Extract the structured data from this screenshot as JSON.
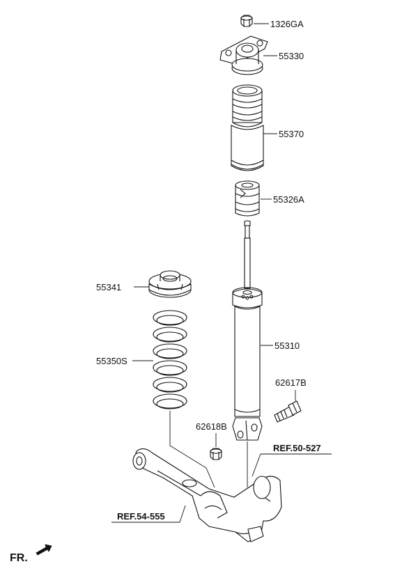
{
  "parts": [
    {
      "id": "1326GA"
    },
    {
      "id": "55330"
    },
    {
      "id": "55370"
    },
    {
      "id": "55326A"
    },
    {
      "id": "55341"
    },
    {
      "id": "55350S"
    },
    {
      "id": "55310"
    },
    {
      "id": "62617B"
    },
    {
      "id": "62618B"
    }
  ],
  "references": [
    {
      "text": "REF.50-527"
    },
    {
      "text": "REF.54-555"
    }
  ],
  "direction_label": "FR."
}
